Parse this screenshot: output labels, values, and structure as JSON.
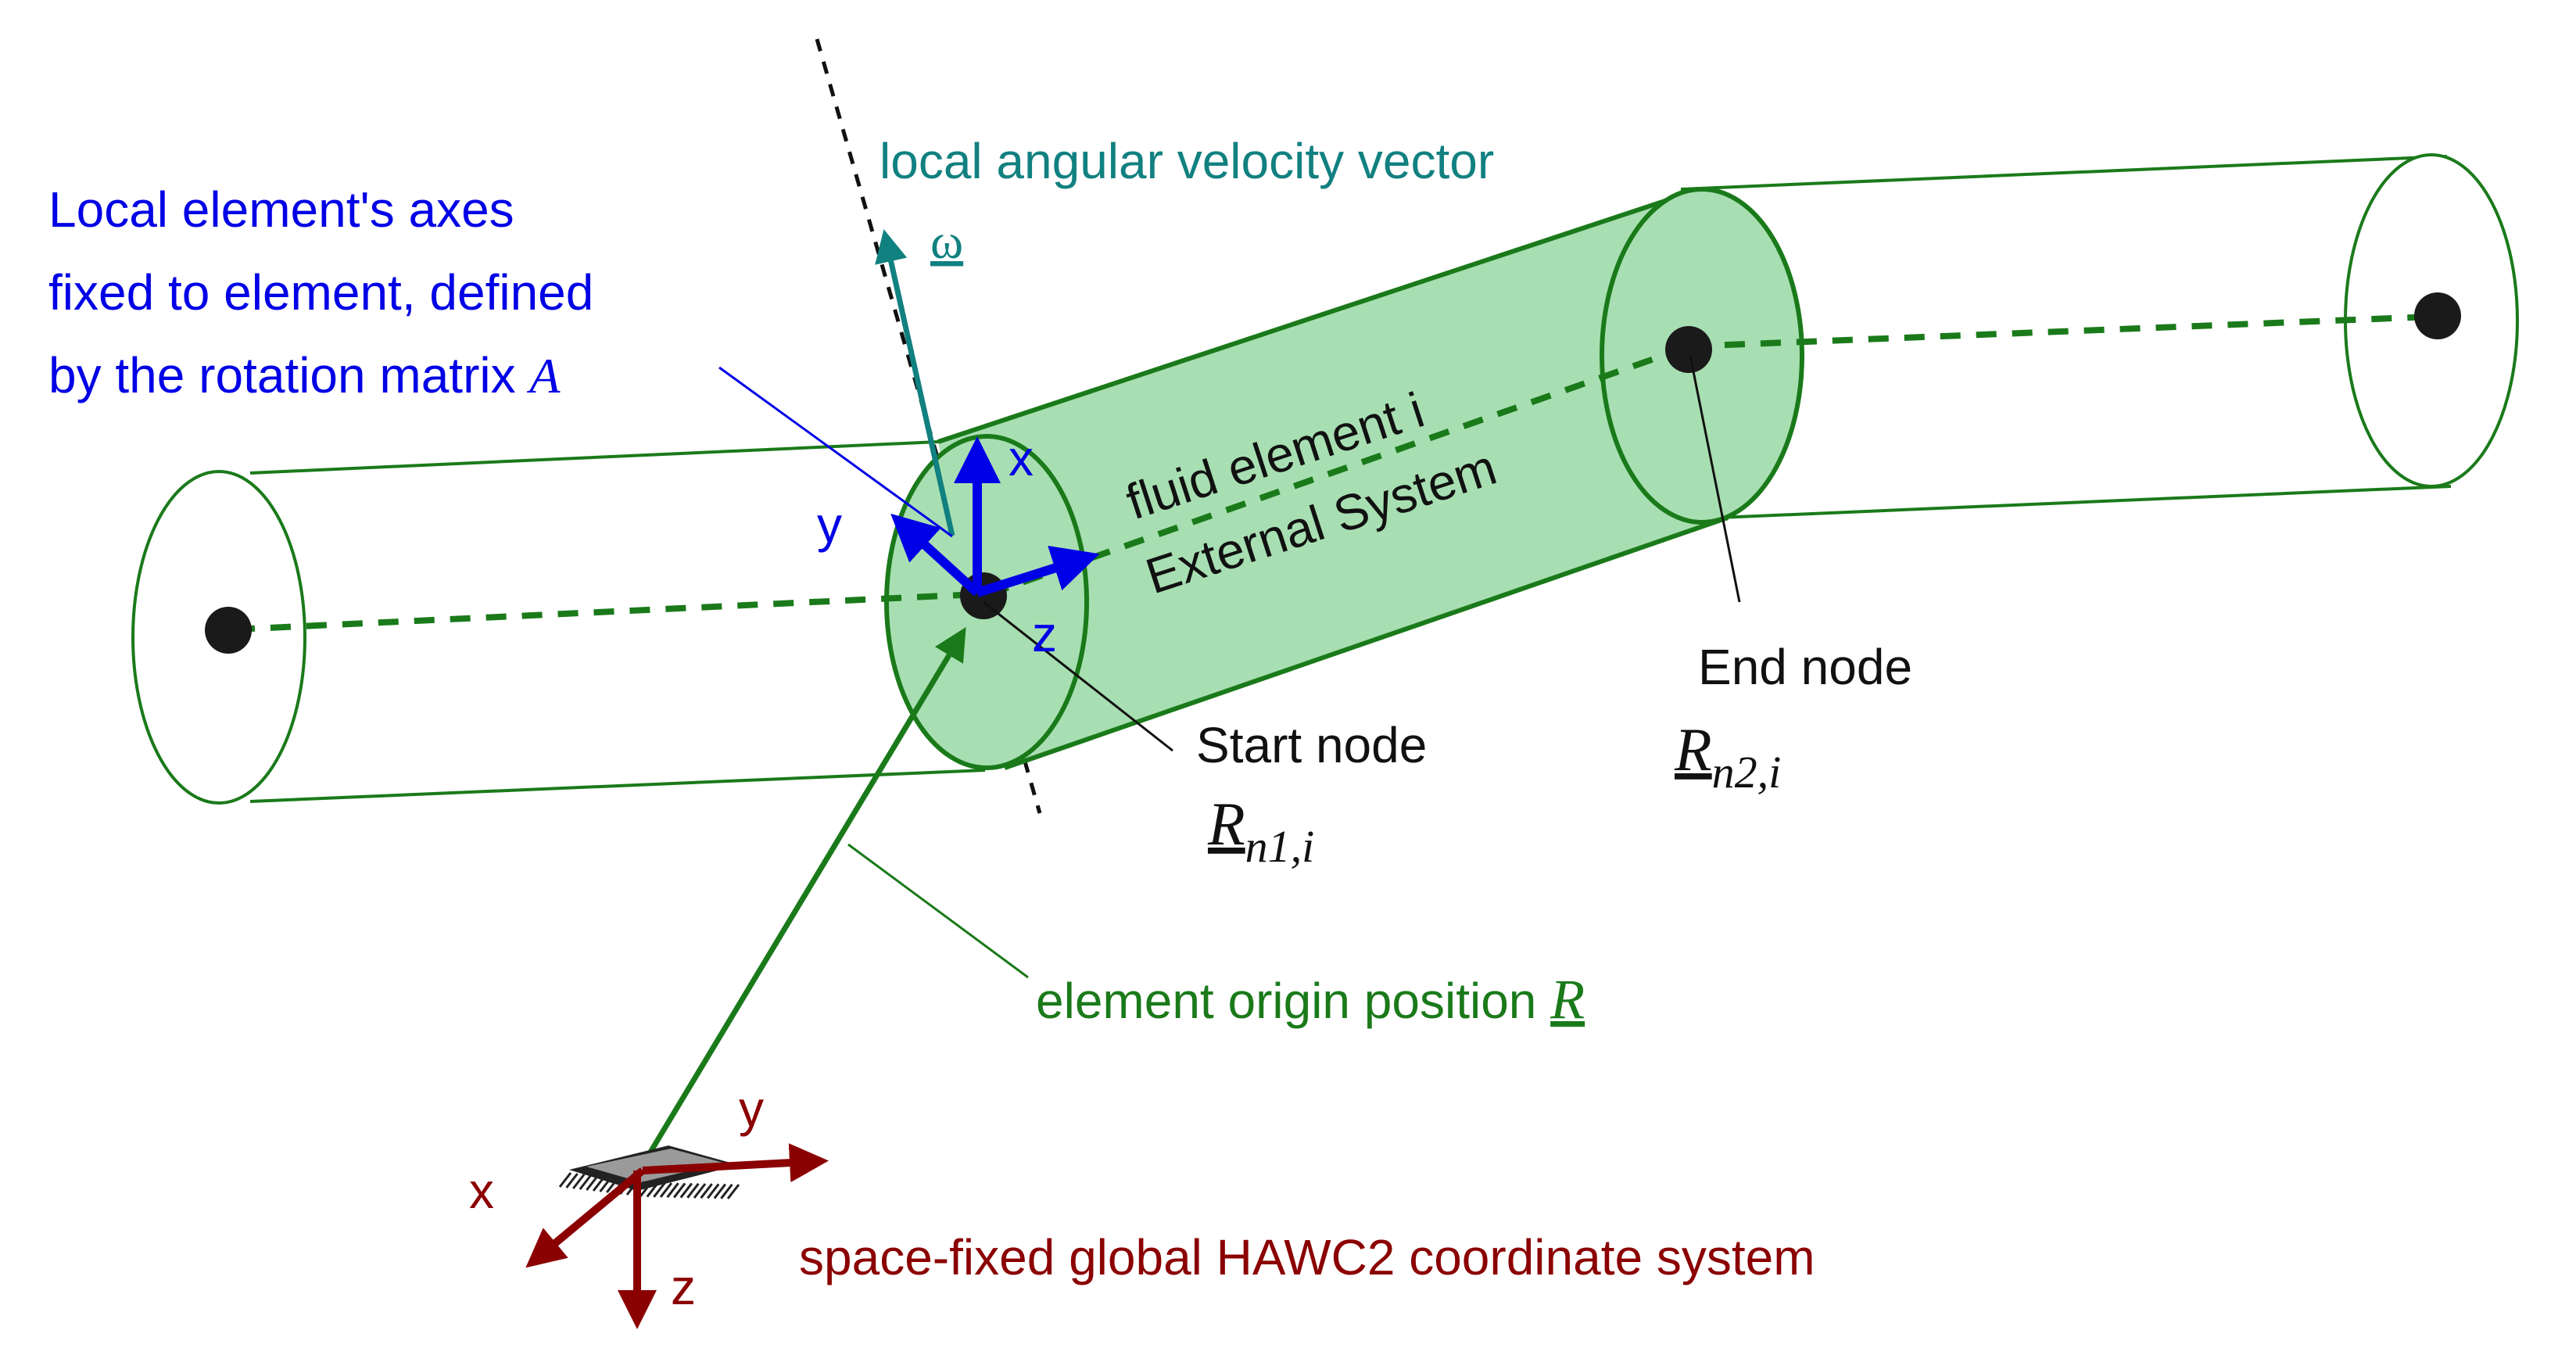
{
  "colors": {
    "green": "#1a7a1a",
    "green_fill": "#a8dfb2",
    "blue": "#0000e6",
    "teal": "#118080",
    "red": "#8b0000",
    "black": "#111111"
  },
  "labels": {
    "local_axes_line1": "Local element's axes",
    "local_axes_line2": "fixed to element, defined",
    "local_axes_line3": "by the rotation matrix ",
    "local_axes_symbol": "A",
    "angular_velocity": "local angular velocity vector",
    "omega_symbol": "ω",
    "element_name": "fluid element i",
    "external_system": "External System",
    "local_x": "x",
    "local_y": "y",
    "local_z": "z",
    "end_node": "End node",
    "end_node_symbol": "R",
    "end_node_subscript": "n2,i",
    "start_node": "Start node",
    "start_node_symbol": "R",
    "start_node_subscript": "n1,i",
    "origin_position": "element origin position ",
    "origin_symbol": "R",
    "global_x": "x",
    "global_y": "y",
    "global_z": "z",
    "global_system": "space-fixed global HAWC2 coordinate system"
  },
  "icons": [
    "fixed-ground-icon",
    "node-dot-icon"
  ]
}
